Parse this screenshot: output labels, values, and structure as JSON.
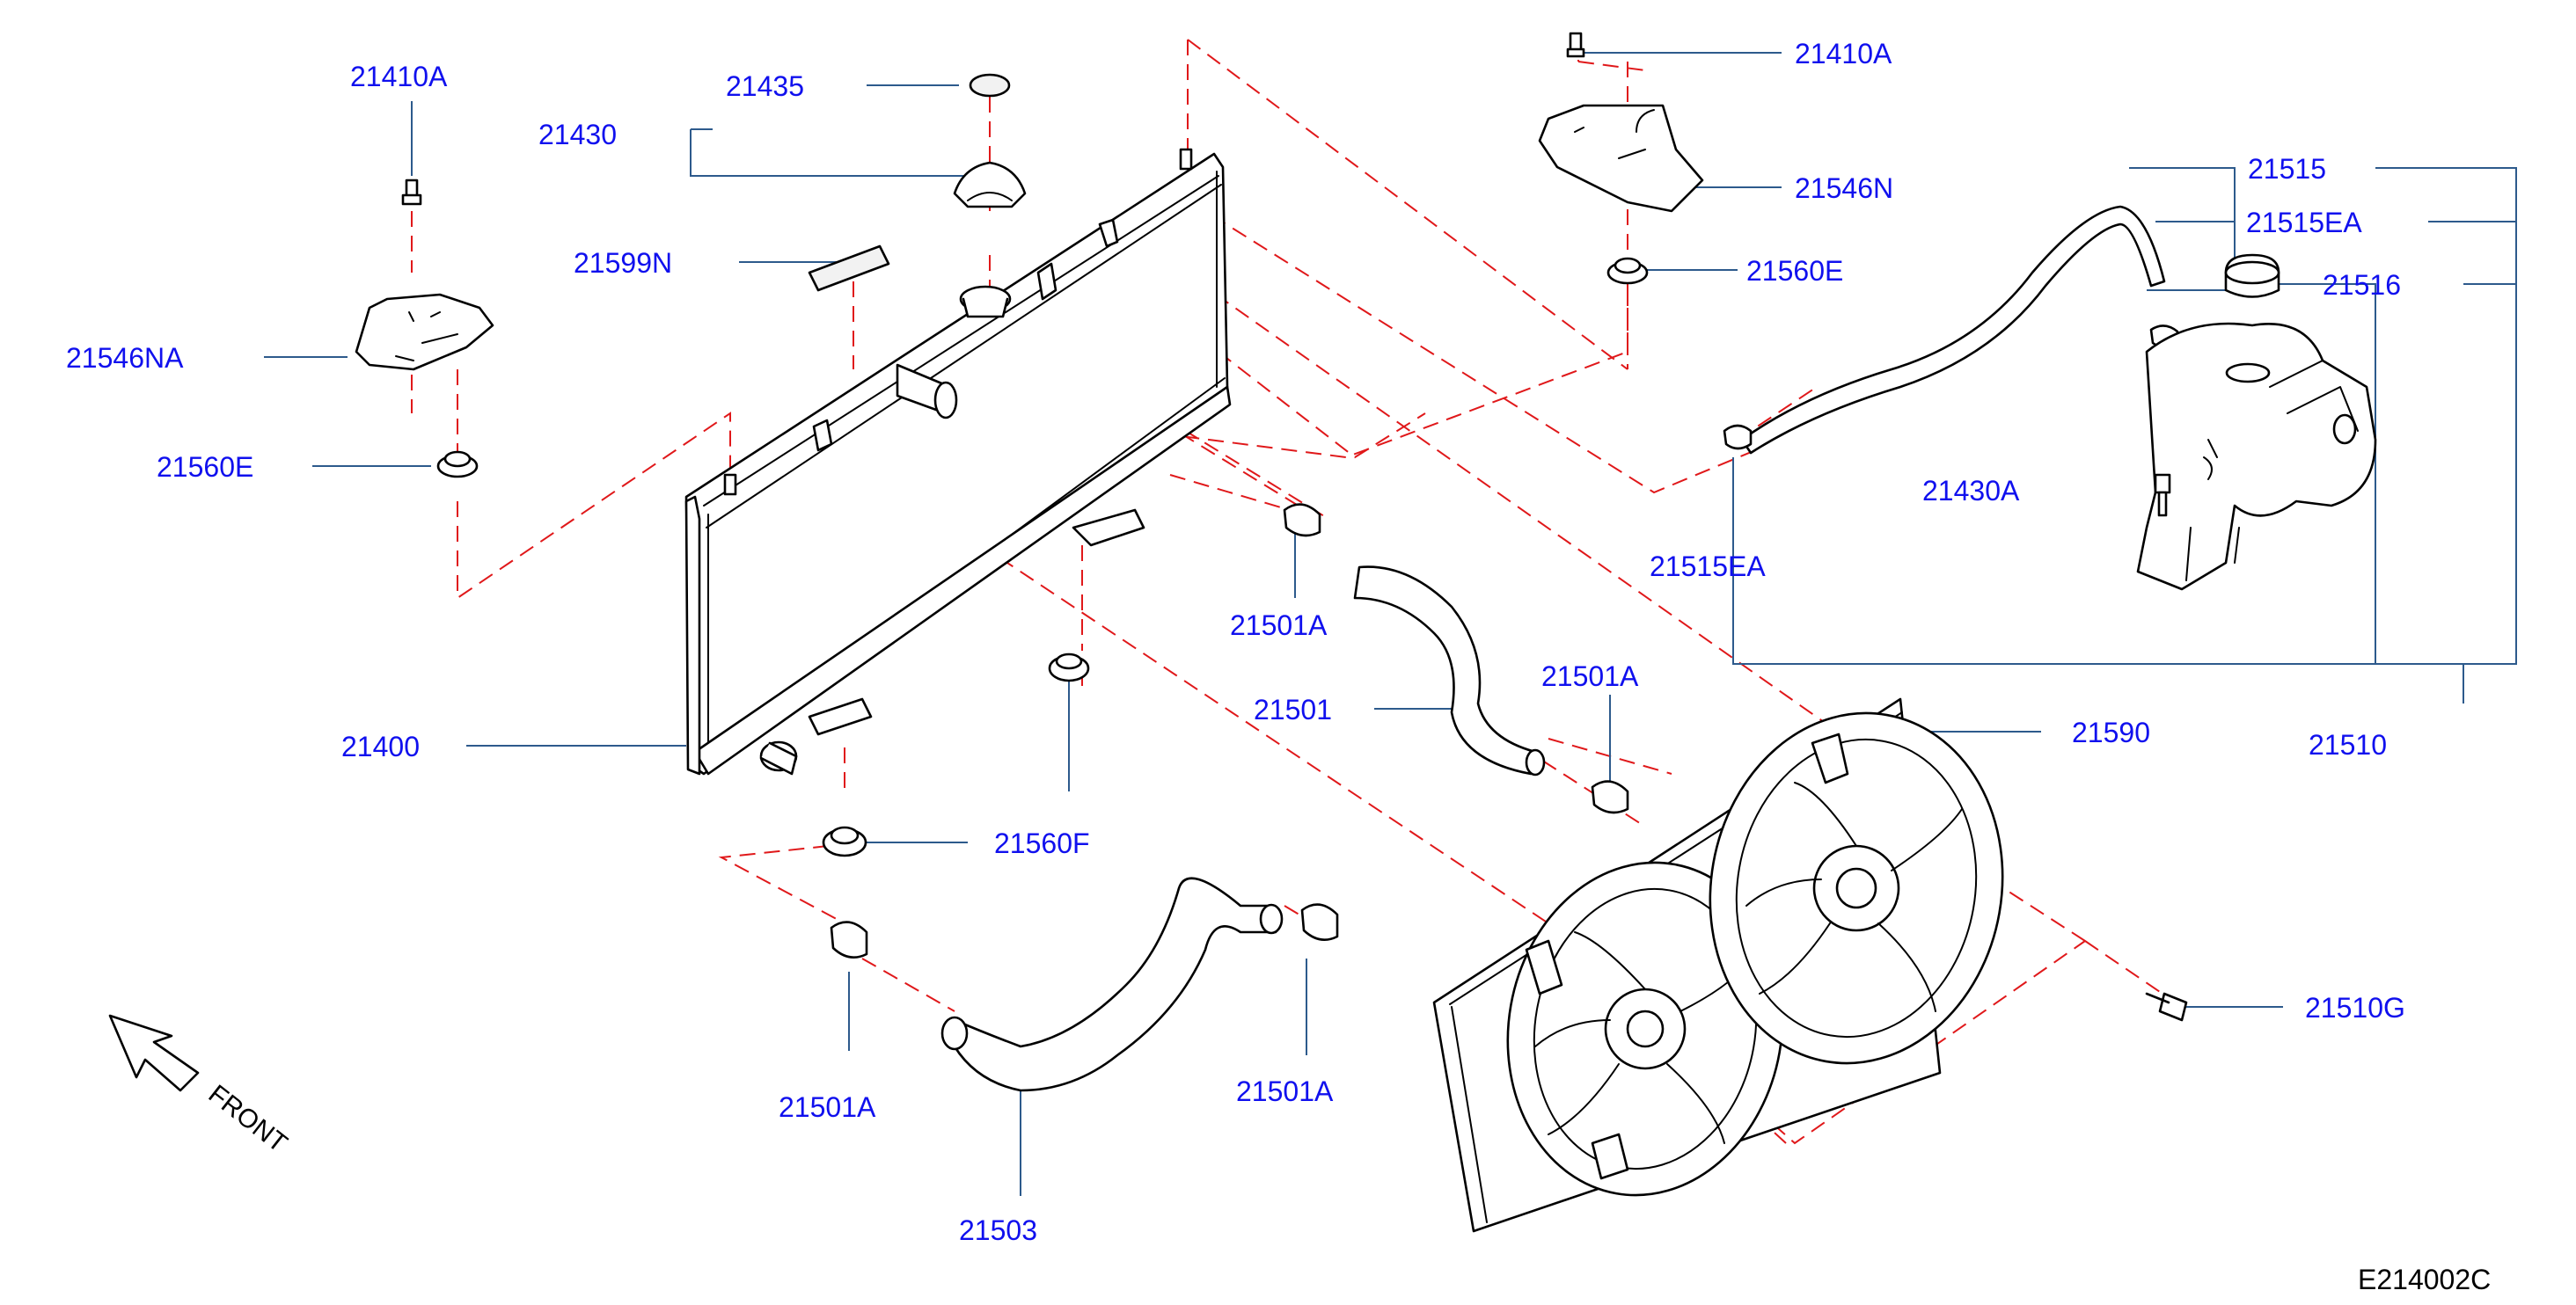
{
  "colors": {
    "label": "#1010ee",
    "leader": "#2d5a8c",
    "dash": "#e0181a",
    "outline": "#000000"
  },
  "labels": {
    "l21410A_left": "21410A",
    "l21435": "21435",
    "l21430": "21430",
    "l21599N": "21599N",
    "l21546NA": "21546NA",
    "l21560E_left": "21560E",
    "l21410A_right": "21410A",
    "l21546N": "21546N",
    "l21560E_right": "21560E",
    "l21515": "21515",
    "l21515EA_top": "21515EA",
    "l21516": "21516",
    "l21430A": "21430A",
    "l21515EA_bottom": "21515EA",
    "l21501A_upper": "21501A",
    "l21501": "21501",
    "l21501A_mid": "21501A",
    "l21400": "21400",
    "l21560F": "21560F",
    "l21590": "21590",
    "l21510": "21510",
    "l21510G": "21510G",
    "l21501A_lowleft": "21501A",
    "l21501A_lowright": "21501A",
    "l21503": "21503"
  },
  "front_label": "FRONT",
  "diagram_code": "E214002C",
  "icons": {
    "front_arrow": "front-arrow-icon"
  }
}
